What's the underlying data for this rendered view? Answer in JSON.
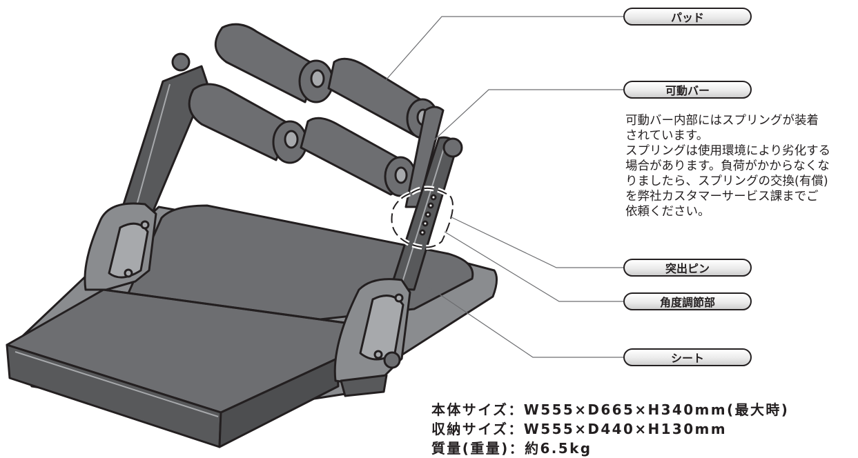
{
  "labels": {
    "pad": "パッド",
    "movable_bar": "可動バー",
    "pin": "突出ピン",
    "angle_adjuster": "角度調節部",
    "seat": "シート"
  },
  "note_lines": [
    "可動バー内部にはスプリングが装着",
    "されています。",
    "スプリングは使用環境により劣化する",
    "場合があります。負荷がかからなくな",
    "りましたら、スプリングの交換(有償)",
    "を弊社カスタマーサービス課までご",
    "依頼ください。"
  ],
  "specs": [
    "本体サイズ：W555×D665×H340mm(最大時)",
    "収納サイズ：W555×D440×H130mm",
    "質量(重量)：約6.5kg"
  ],
  "colors": {
    "outline": "#231f20",
    "body_gray": "#6d6e71",
    "dark_gray": "#58595b",
    "light_gray": "#a7a9ac",
    "pill_fill": "#e6e6e6"
  }
}
